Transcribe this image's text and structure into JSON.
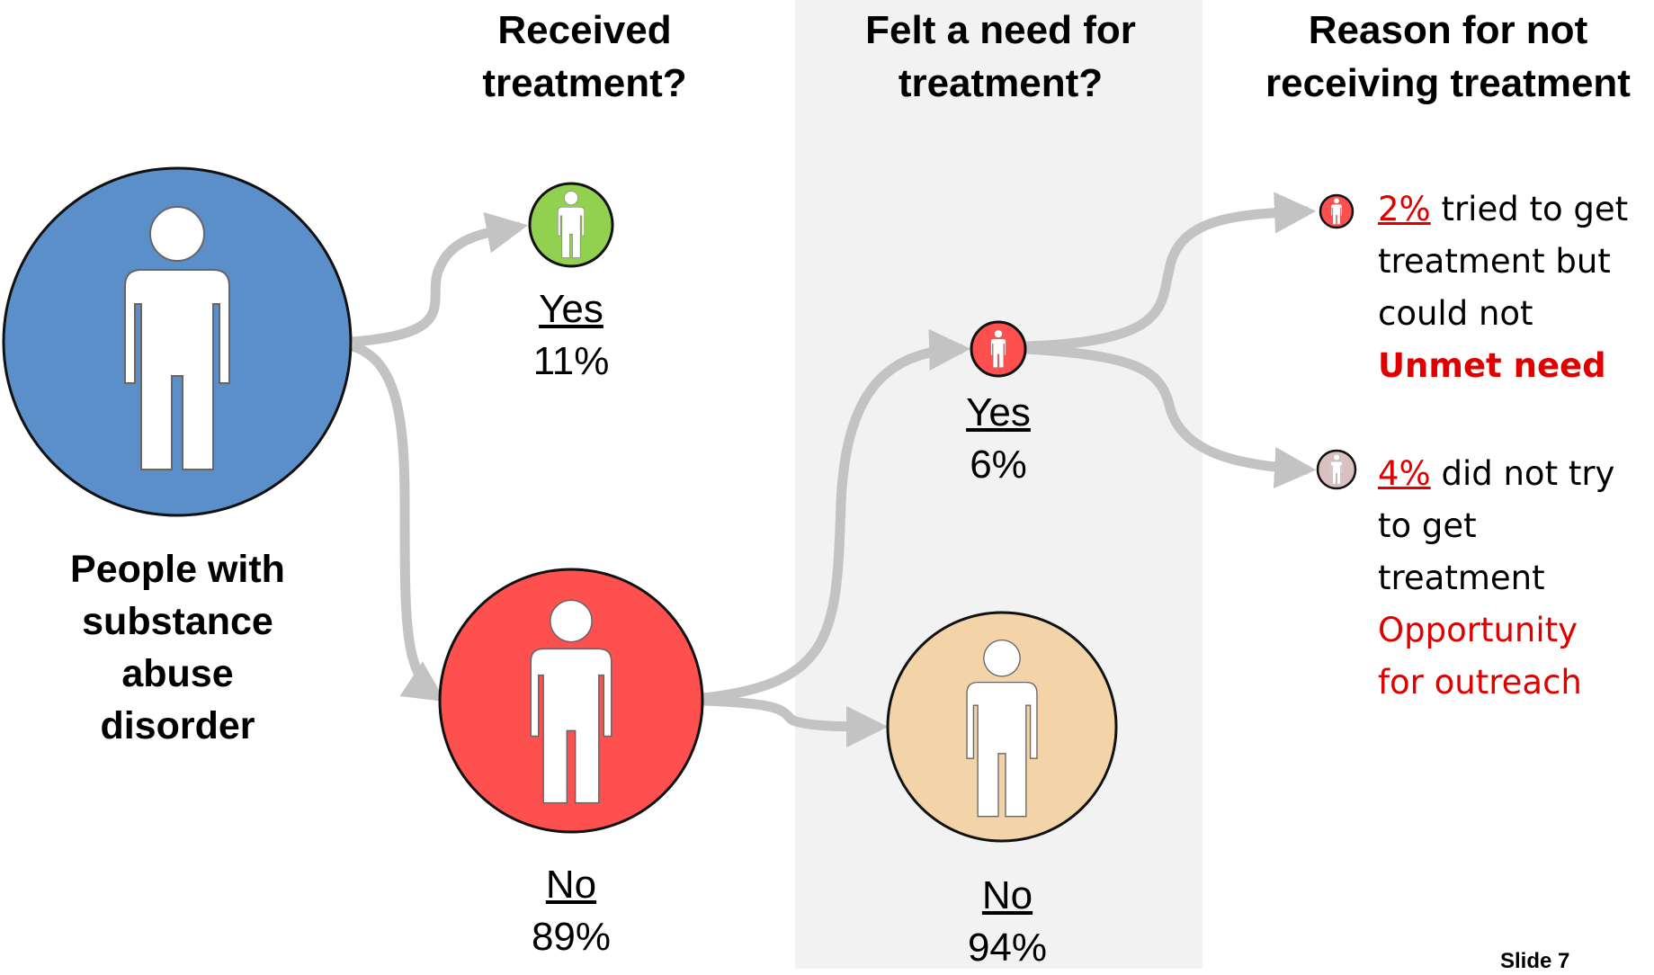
{
  "headings": {
    "received": [
      "Received",
      "treatment?"
    ],
    "felt_need": [
      "Felt a need for",
      "treatment?"
    ],
    "reason": [
      "Reason for not",
      "receiving treatment"
    ]
  },
  "population_label": [
    "People with",
    "substance",
    "abuse",
    "disorder"
  ],
  "received_yes": {
    "answer": "Yes",
    "percent": "11%"
  },
  "received_no": {
    "answer": "No",
    "percent": "89%"
  },
  "felt_yes": {
    "answer": "Yes",
    "percent": "6%"
  },
  "felt_no": {
    "answer": "No",
    "percent": "94%"
  },
  "reason_tried": {
    "percent": "2%",
    "rest_first_line": " tried to get",
    "lines": [
      "treatment but",
      "could not"
    ],
    "tag": "Unmet need"
  },
  "reason_not_tried": {
    "percent": "4%",
    "rest_first_line": " did not try",
    "lines": [
      "to get",
      "treatment"
    ],
    "tag": [
      "Opportunity",
      "for outreach"
    ]
  },
  "slide_label": "Slide 7",
  "colors": {
    "population": "#5b8fc9",
    "received_yes": "#92d050",
    "received_no": "#ff5050",
    "felt_yes": "#ff5050",
    "felt_no": "#f2d4a8",
    "not_tried": "#d9c1c1",
    "arrow": "#c3c3c3",
    "accent_red": "#e00000"
  }
}
